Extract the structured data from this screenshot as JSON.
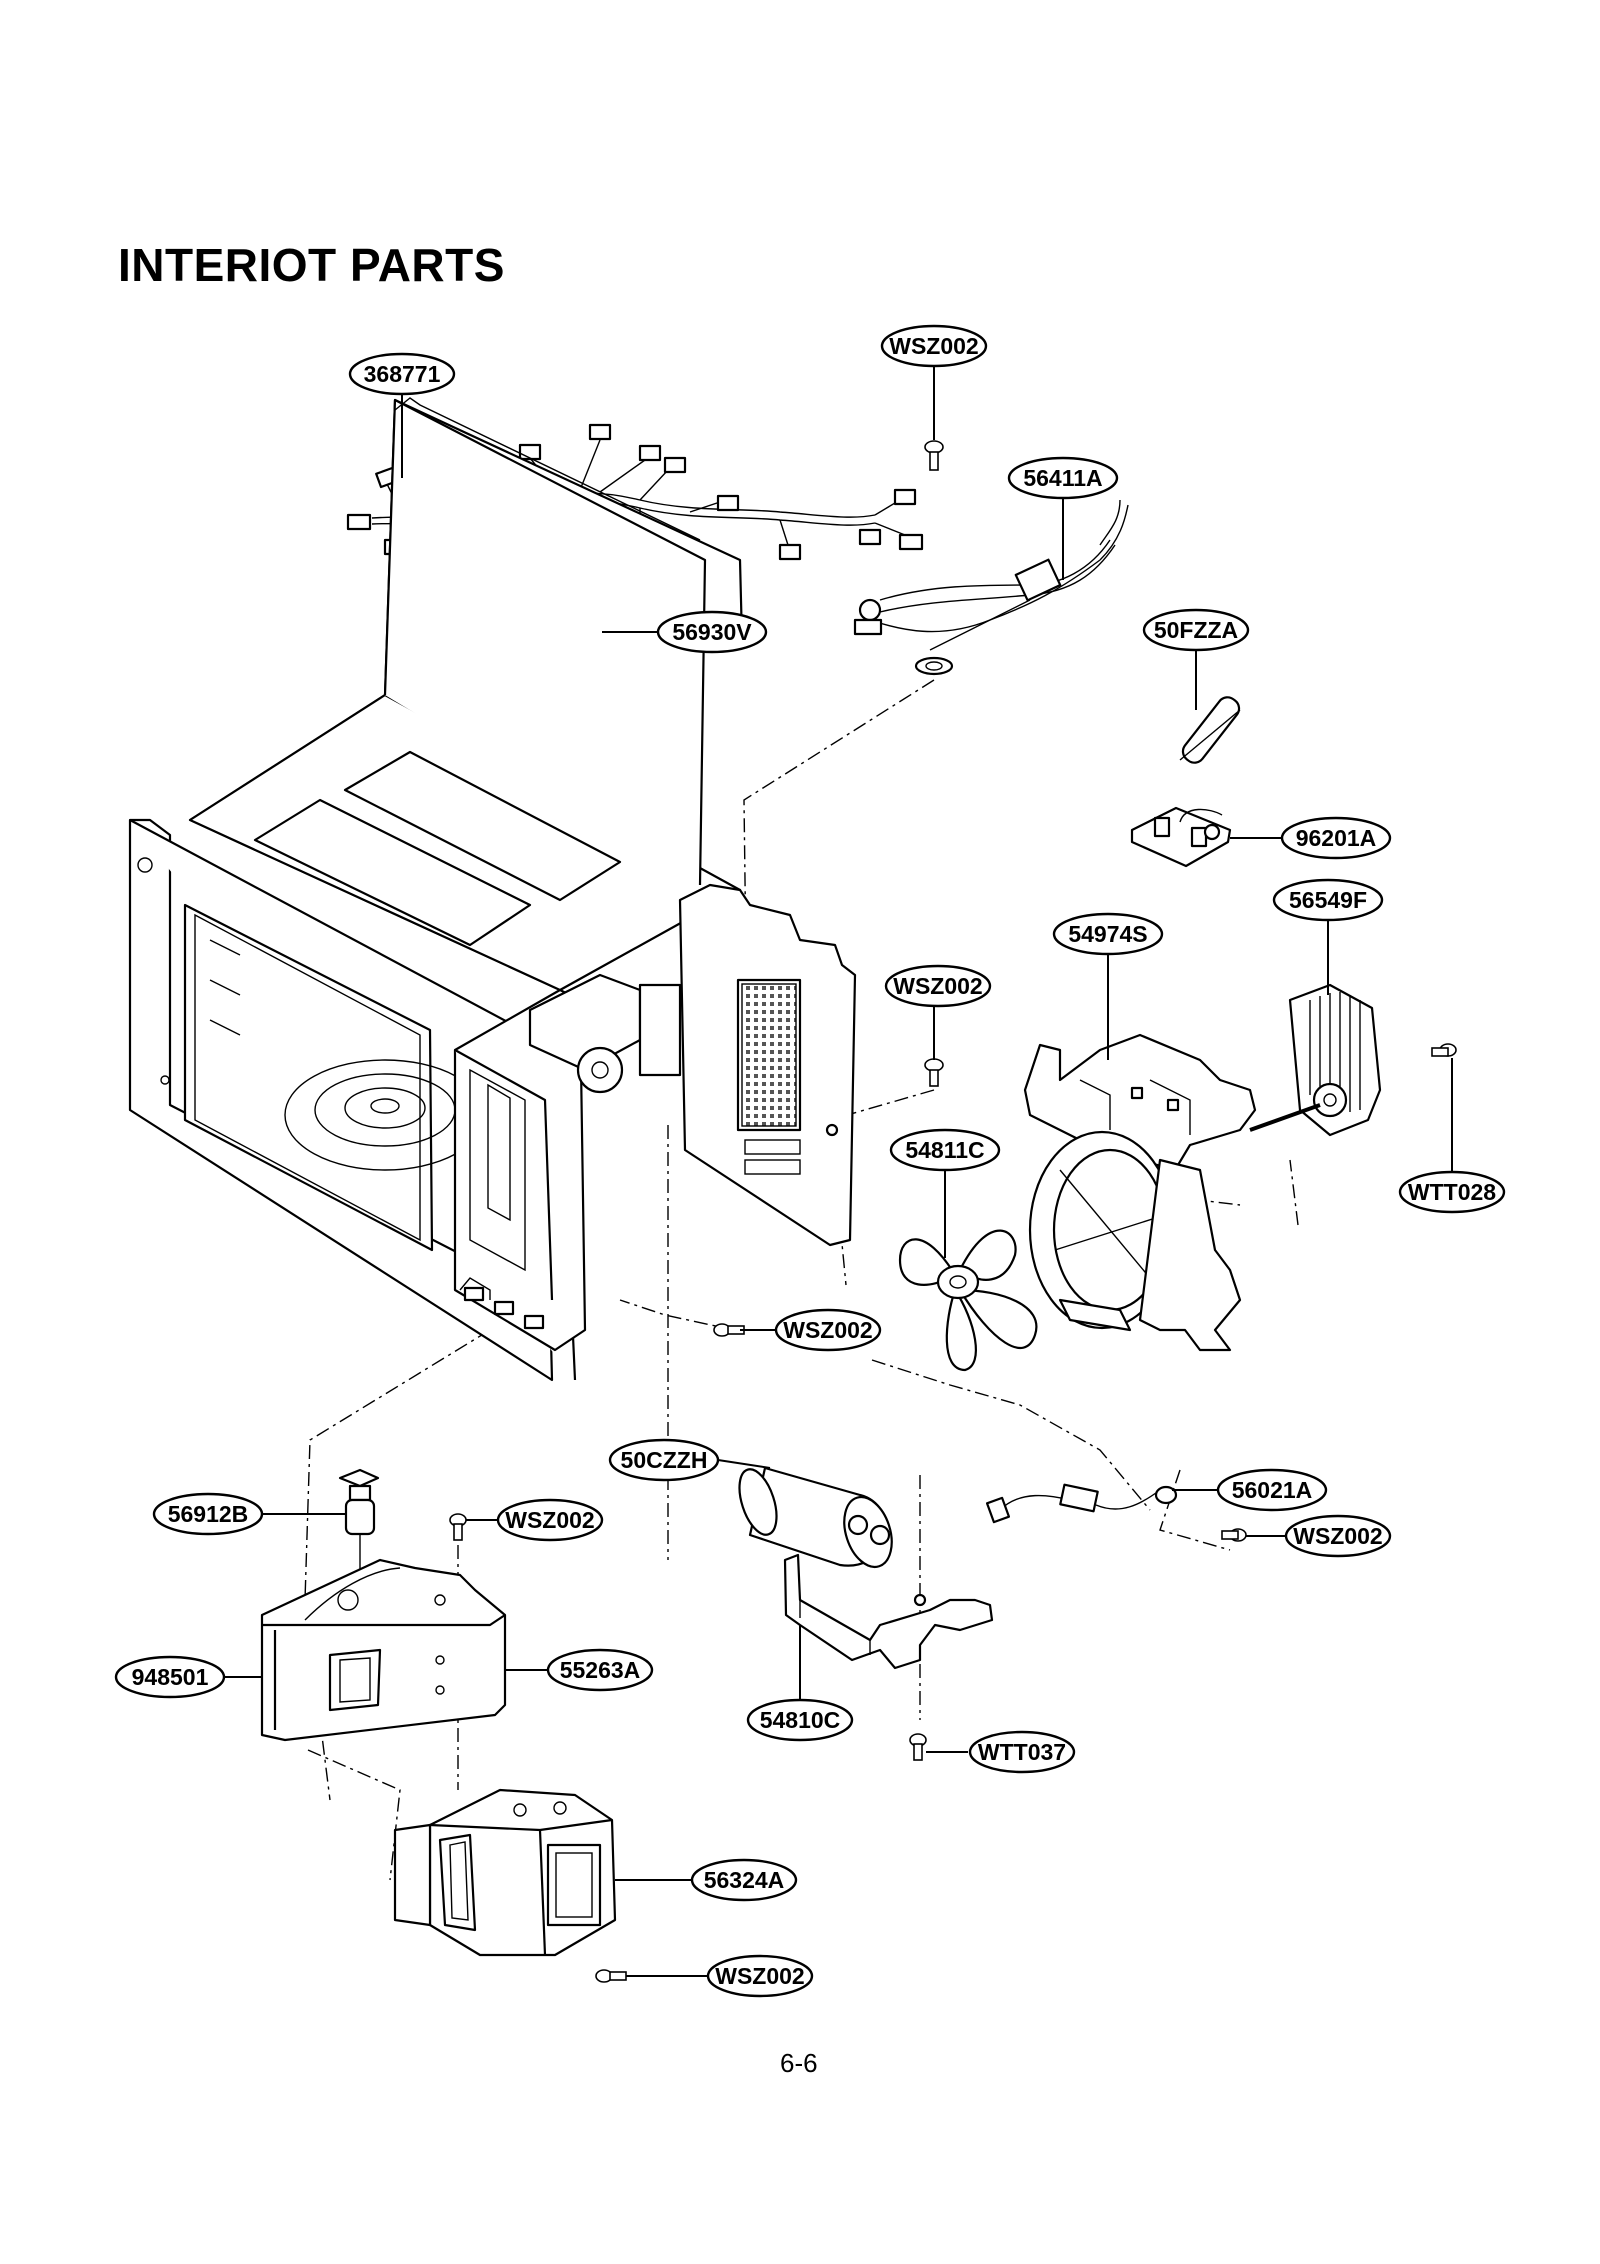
{
  "title": "INTERIOT PARTS",
  "page_number": "6-6",
  "callouts": {
    "harness": "368771",
    "screw_top": "WSZ002",
    "wire_56411A": "56411A",
    "thermostat": "56930V",
    "fuse": "50FZZA",
    "fuse_holder": "96201A",
    "fan_motor": "56549F",
    "fan_bracket": "54974S",
    "screw_mid": "WSZ002",
    "fan_blade": "54811C",
    "screw_fan_motor": "WTT028",
    "screw_cavity": "WSZ002",
    "capacitor": "50CZZH",
    "diode": "56021A",
    "screw_diode": "WSZ002",
    "thermal_cutout": "56912B",
    "screw_transformer": "WSZ002",
    "transformer": "948501",
    "transformer_part": "55263A",
    "cap_bracket": "54810C",
    "screw_bracket": "WTT037",
    "magnetron": "56324A",
    "screw_magnetron": "WSZ002"
  }
}
